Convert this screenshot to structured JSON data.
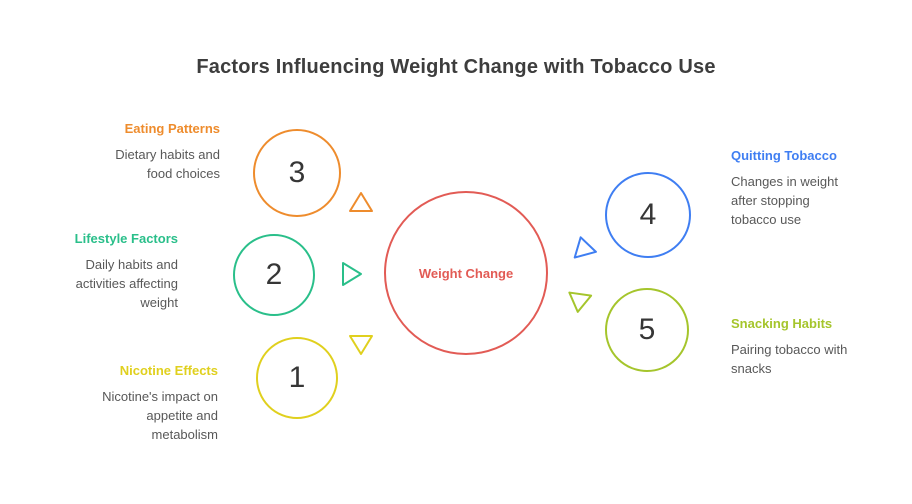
{
  "title": "Factors Influencing Weight Change with Tobacco Use",
  "colors": {
    "title_text": "#3d3d3d",
    "number_text": "#363636",
    "description_text": "#585858",
    "background": "#ffffff"
  },
  "center": {
    "label": "Weight Change",
    "color": "#e25b55"
  },
  "factors": [
    {
      "number": "3",
      "label": "Eating Patterns",
      "description": "Dietary habits and\nfood choices",
      "color": "#ee8c2d",
      "arrow": "up",
      "side": "left"
    },
    {
      "number": "2",
      "label": "Lifestyle Factors",
      "description": "Daily habits and\nactivities affecting\nweight",
      "color": "#2abf8a",
      "arrow": "right",
      "side": "left"
    },
    {
      "number": "1",
      "label": "Nicotine Effects",
      "description": "Nicotine's impact on\nappetite and\nmetabolism",
      "color": "#e0d01e",
      "arrow": "down",
      "side": "left"
    },
    {
      "number": "4",
      "label": "Quitting Tobacco",
      "description": "Changes in weight\nafter stopping\ntobacco use",
      "color": "#3f7ef2",
      "arrow": "up",
      "side": "right"
    },
    {
      "number": "5",
      "label": "Snacking Habits",
      "description": "Pairing tobacco with\nsnacks",
      "color": "#a5c52c",
      "arrow": "down",
      "side": "right"
    }
  ]
}
